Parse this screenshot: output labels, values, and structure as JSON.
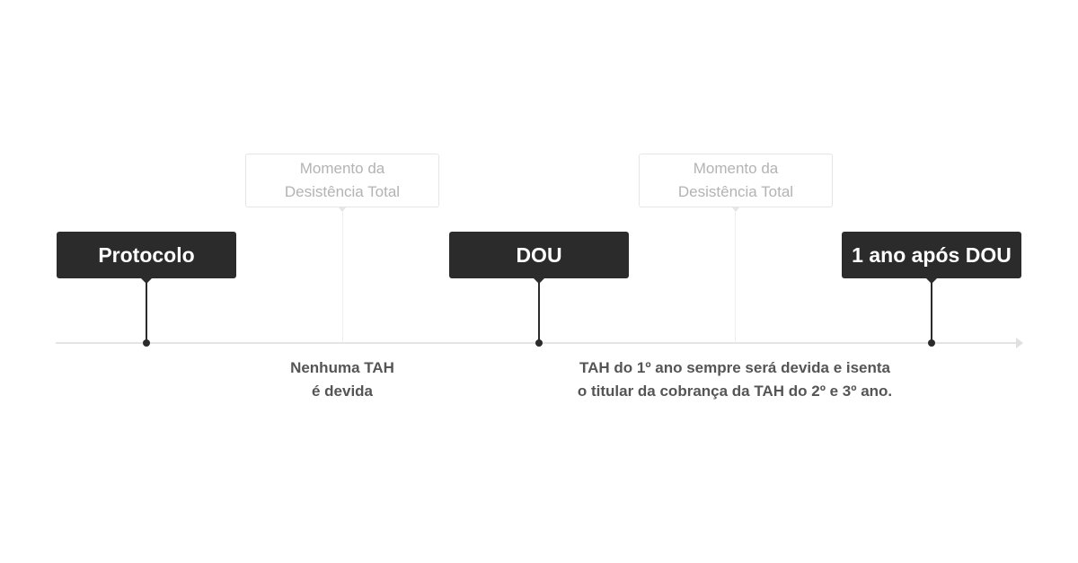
{
  "milestones": [
    {
      "label": "Protocolo"
    },
    {
      "label": "DOU"
    },
    {
      "label": "1 ano após DOU"
    }
  ],
  "events": [
    {
      "line1": "Momento da",
      "line2": "Desistência Total"
    },
    {
      "line1": "Momento da",
      "line2": "Desistência Total"
    }
  ],
  "notes": [
    {
      "line1": "Nenhuma TAH",
      "line2": "é devida"
    },
    {
      "line1": "TAH do 1º ano sempre será devida e isenta",
      "line2": "o titular da cobrança da TAH do 2º e 3º ano."
    }
  ],
  "colors": {
    "milestone_bg": "#2b2b2b",
    "milestone_text": "#ffffff",
    "event_text": "#b3b3b3",
    "note_text": "#555555",
    "axis": "#e4e4e4"
  }
}
